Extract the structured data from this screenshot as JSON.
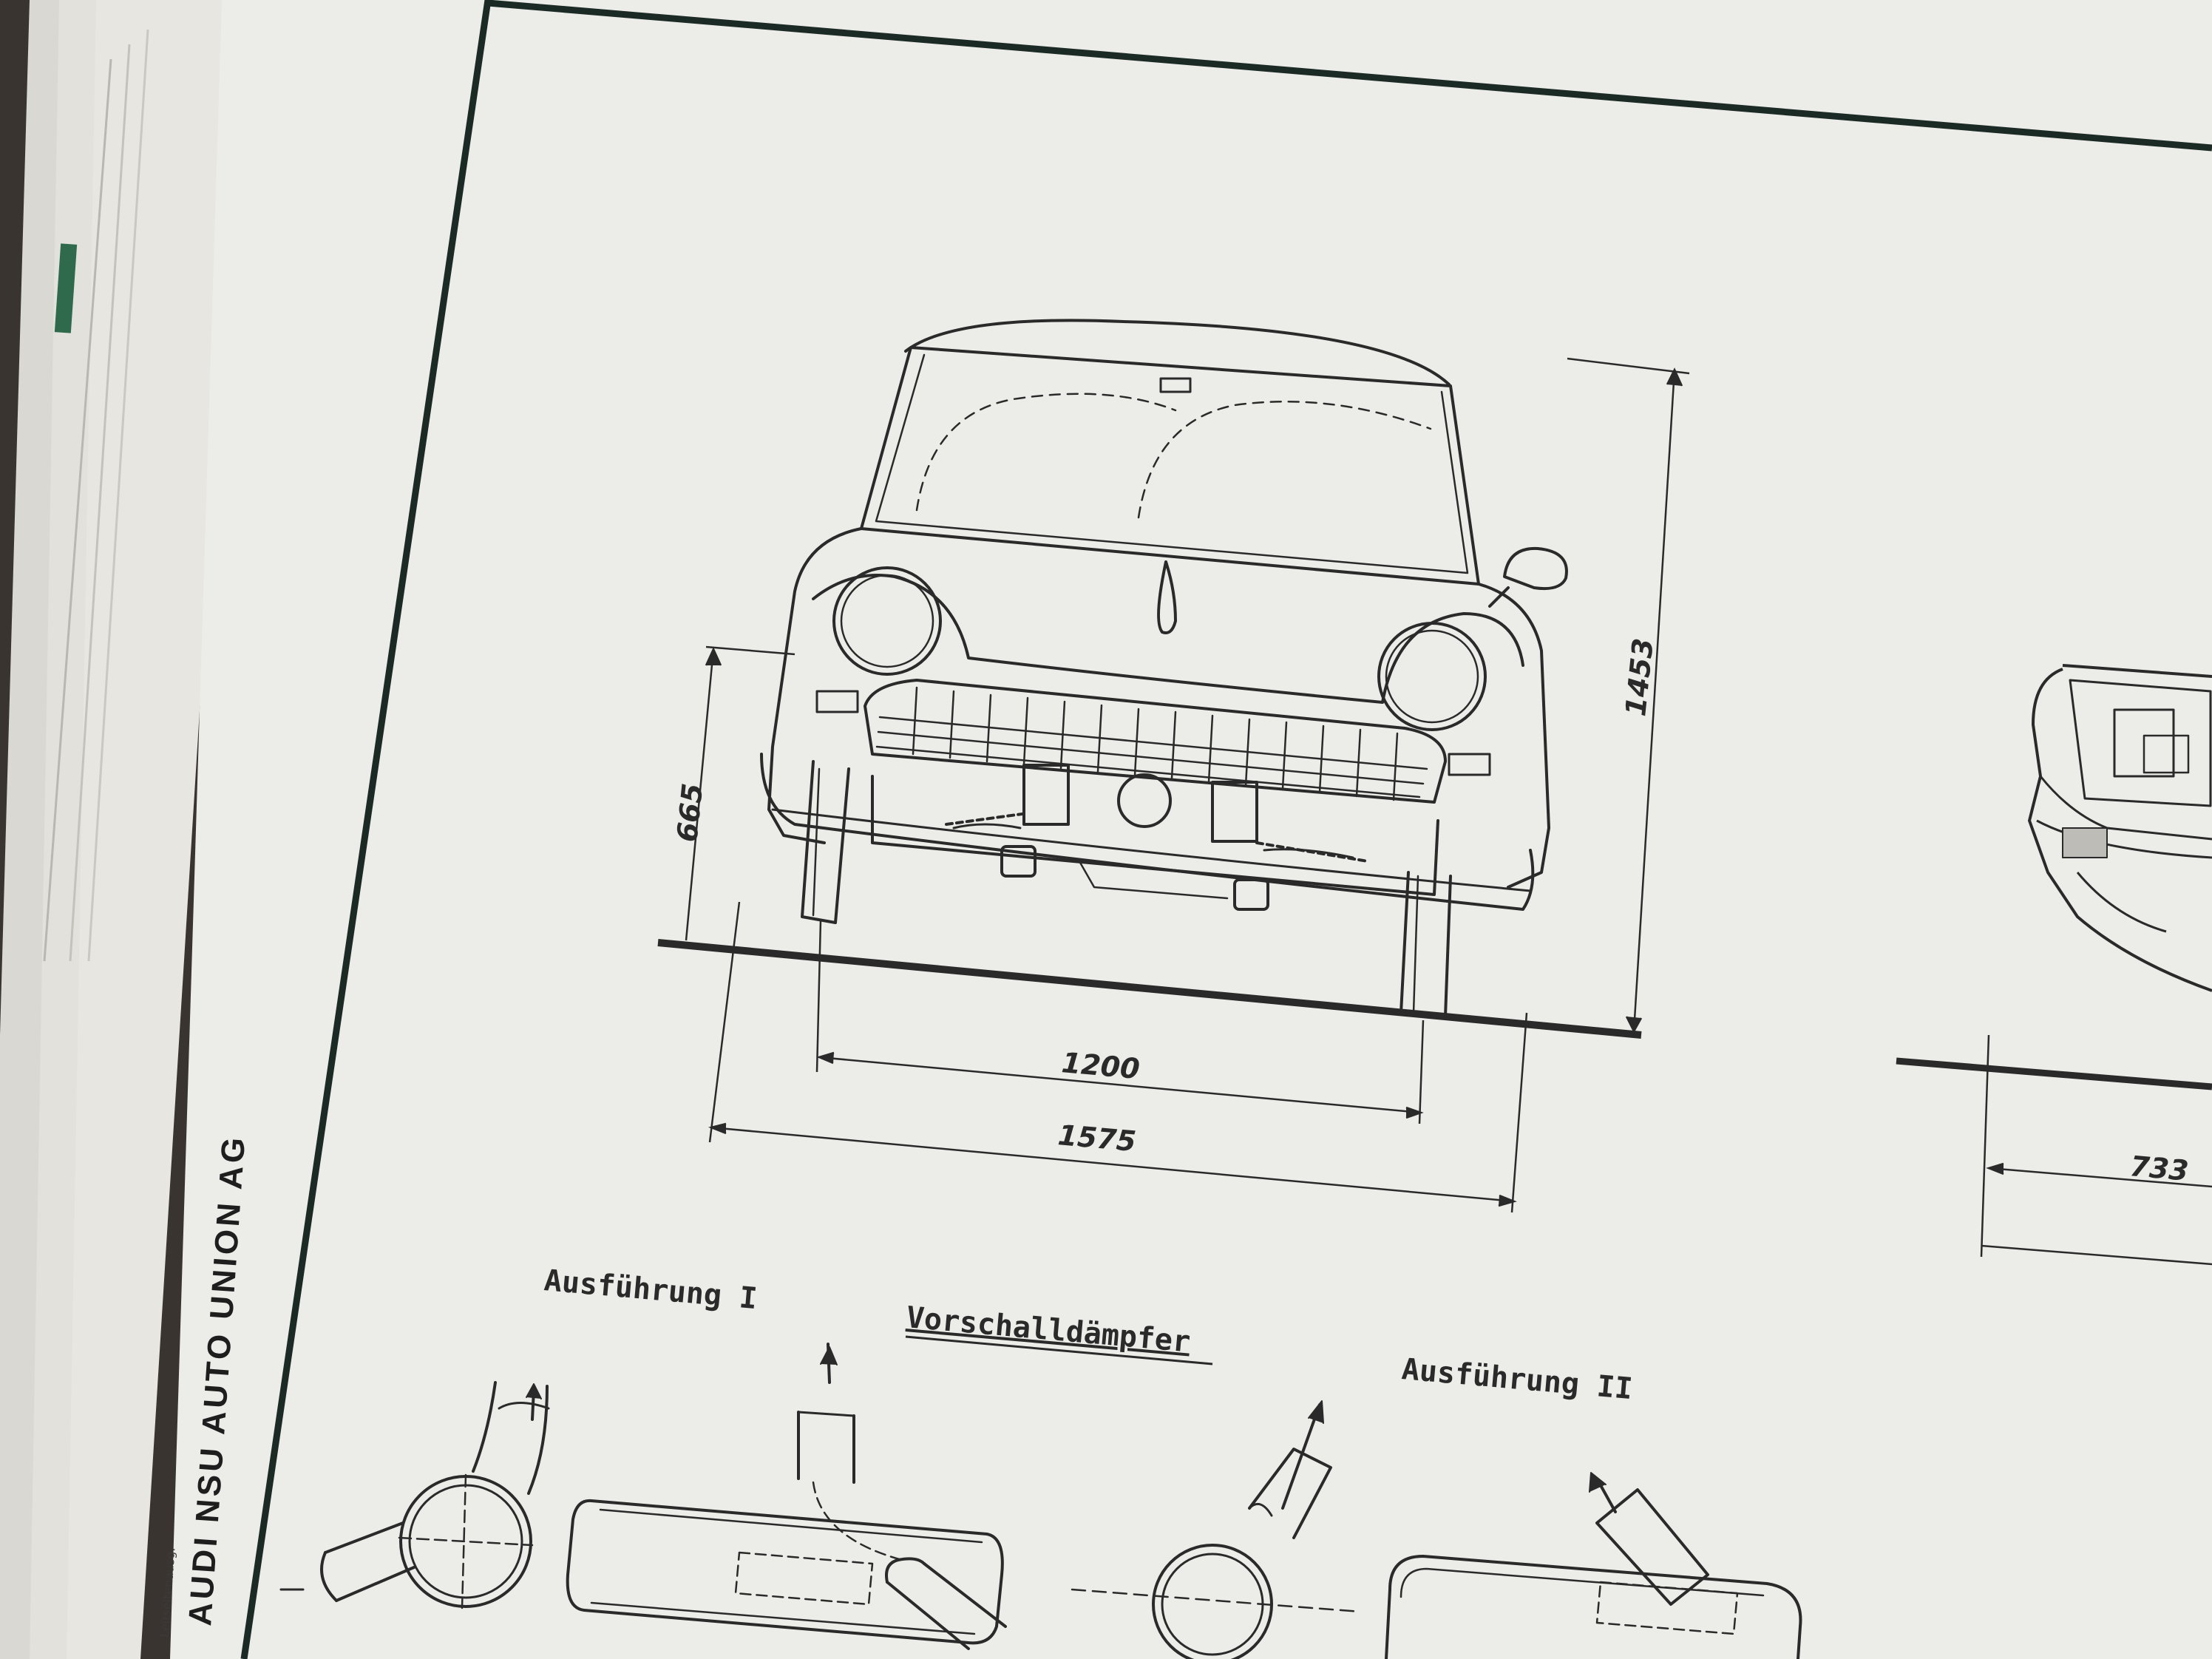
{
  "colors": {
    "paper": "#ecece9",
    "ink": "#2a2a2a",
    "frame": "#1c2a26",
    "desk": "#3a3430"
  },
  "publisher": {
    "company": "AUDI NSU AUTO UNION AG",
    "small_text": "Leitseitenausg."
  },
  "front_view": {
    "dimensions": {
      "overall_height": "1453",
      "bumper_height": "665",
      "track": "1200",
      "overall_width": "1575"
    }
  },
  "side_view": {
    "dimension": "733"
  },
  "mufflers": {
    "variant_1": "Ausführung I",
    "title": "Vorschalldämpfer",
    "variant_2": "Ausführung II"
  }
}
